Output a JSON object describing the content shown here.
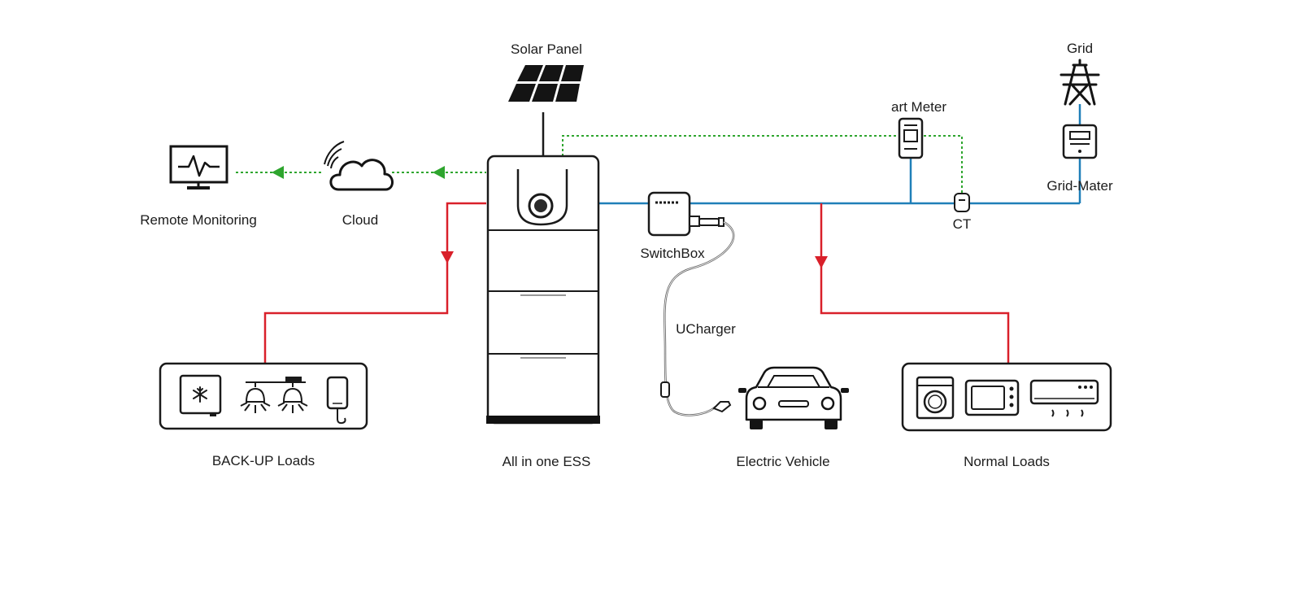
{
  "labels": {
    "solar_panel": "Solar Panel",
    "grid": "Grid",
    "smart_meter": "art Meter",
    "grid_meter": "Grid-Mater",
    "ct": "CT",
    "remote_monitoring": "Remote Monitoring",
    "cloud": "Cloud",
    "switchbox": "SwitchBox",
    "ucharger": "UCharger",
    "backup_loads": "BACK-UP Loads",
    "all_in_one_ess": "All in one ESS",
    "electric_vehicle": "Electric Vehicle",
    "normal_loads": "Normal Loads"
  },
  "colors": {
    "power_line": "#d9202a",
    "grid_line": "#1f7fb8",
    "comm_line": "#2ea52e",
    "stroke": "#1a1a1a"
  },
  "icons": {
    "solar_panel": "solar-panel-icon",
    "grid": "transmission-tower-icon",
    "smart_meter": "smart-meter-icon",
    "grid_meter": "energy-meter-icon",
    "ct": "current-transformer-icon",
    "remote_monitoring": "monitor-icon",
    "cloud": "cloud-icon",
    "switchbox": "switchbox-icon",
    "ucharger": "ev-charger-plug-icon",
    "ess": "battery-storage-icon",
    "ev": "car-icon",
    "freezer": "freezer-icon",
    "lamps": "ceiling-lamp-icon",
    "phone": "phone-icon",
    "washer": "washing-machine-icon",
    "microwave": "microwave-icon",
    "air_conditioner": "air-conditioner-icon"
  }
}
